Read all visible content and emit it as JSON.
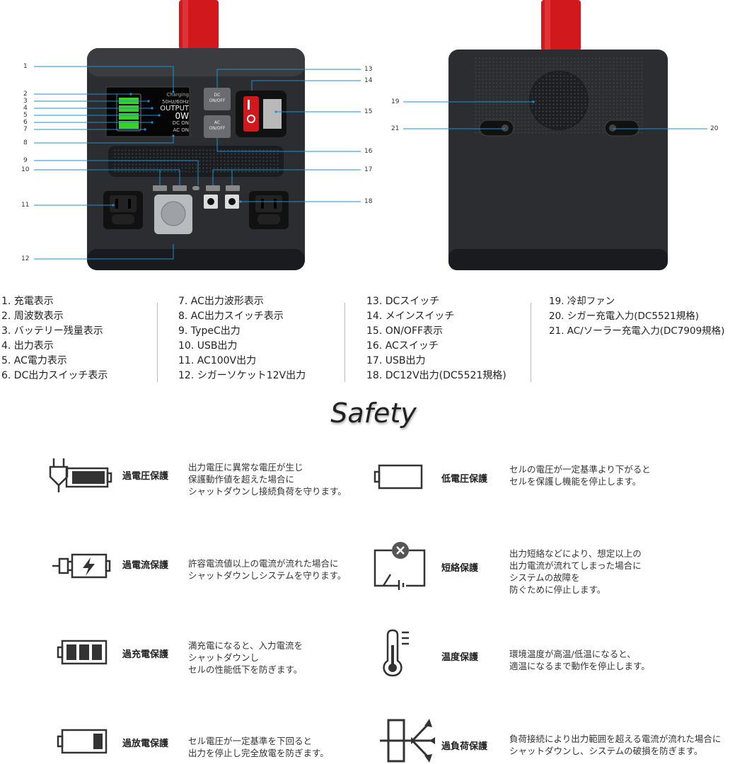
{
  "device_left": {
    "lcd": {
      "charging": "Charging",
      "freq": "50Hz/60Hz",
      "output": "OUTPUT",
      "watts": "0W",
      "dc_on": "DC ON",
      "ac_on": "AC ON"
    },
    "dc_button": "DC\nON/OFF",
    "ac_button": "AC\nON/OFF"
  },
  "callouts": [
    "1",
    "2",
    "3",
    "4",
    "5",
    "6",
    "7",
    "8",
    "9",
    "10",
    "11",
    "12",
    "13",
    "14",
    "15",
    "16",
    "17",
    "18",
    "19",
    "20",
    "21"
  ],
  "legend": {
    "col1": [
      "1.  充電表示",
      "2.  周波数表示",
      "3.  バッテリー残量表示",
      "4.  出力表示",
      "5.  AC電力表示",
      "6.  DC出力スイッチ表示"
    ],
    "col2": [
      "7.  AC出力波形表示",
      "8.  AC出力スイッチ表示",
      "9.  TypeC出力",
      "10.  USB出力",
      "11.  AC100V出力",
      "12.  シガーソケット12V出力"
    ],
    "col3": [
      "13.  DCスイッチ",
      "14.  メインスイッチ",
      "15.  ON/OFF表示",
      "16.  ACスイッチ",
      "17.  USB出力",
      "18.  DC12V出力(DC5521規格)"
    ],
    "col4": [
      "19.  冷却ファン",
      "20.  シガー充電入力(DC5521規格)",
      "21.  AC/ソーラー充電入力(DC7909規格)"
    ]
  },
  "safety": {
    "title": "Safety",
    "items": [
      {
        "name": "過電圧保護",
        "desc": "出力電圧に異常な電圧が生じ\n保護動作値を超えた場合に\nシャットダウンし接続負荷を守ります。",
        "icon": "plug-battery-icon"
      },
      {
        "name": "低電圧保護",
        "desc": "セルの電圧が一定基準より下がると\nセルを保護し機能を停止します。",
        "icon": "empty-battery-icon"
      },
      {
        "name": "過電流保護",
        "desc": "許容電流値以上の電流が流れた場合に\nシャットダウンしシステムを守ります。",
        "icon": "lightning-battery-icon"
      },
      {
        "name": "短絡保護",
        "desc": "出力短絡などにより、想定以上の\n出力電流が流れてしまった場合に\nシステムの故障を\n防ぐために停止します。",
        "icon": "short-circuit-icon"
      },
      {
        "name": "過充電保護",
        "desc": "満充電になると、入力電流を\nシャットダウンし\nセルの性能低下を防ぎます。",
        "icon": "full-battery-icon"
      },
      {
        "name": "温度保護",
        "desc": "環境温度が高温/低温になると、\n適温になるまで動作を停止します。",
        "icon": "thermometer-icon"
      },
      {
        "name": "過放電保護",
        "desc": "セル電圧が一定基準を下回ると\n出力を停止し完全放電を防ぎます。",
        "icon": "low-battery-icon"
      },
      {
        "name": "過負荷保護",
        "desc": "負荷接続により出力範囲を超える電流が流れた場合に\nシャットダウンし、システムの破損を防ぎます。",
        "icon": "overload-arrows-icon"
      }
    ]
  }
}
